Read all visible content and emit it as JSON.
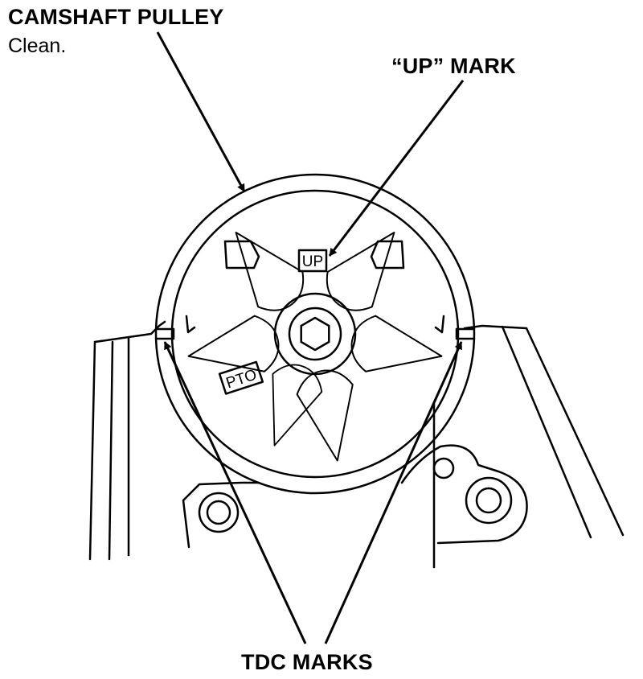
{
  "labels": {
    "camshaft_pulley": "CAMSHAFT PULLEY",
    "clean_note": "Clean.",
    "up_mark_callout": "“UP” MARK",
    "tdc_marks": "TDC MARKS"
  },
  "pulley_marks": {
    "up": "UP",
    "pto": "PTO"
  },
  "colors": {
    "ink": "#000000",
    "paper": "#ffffff"
  }
}
